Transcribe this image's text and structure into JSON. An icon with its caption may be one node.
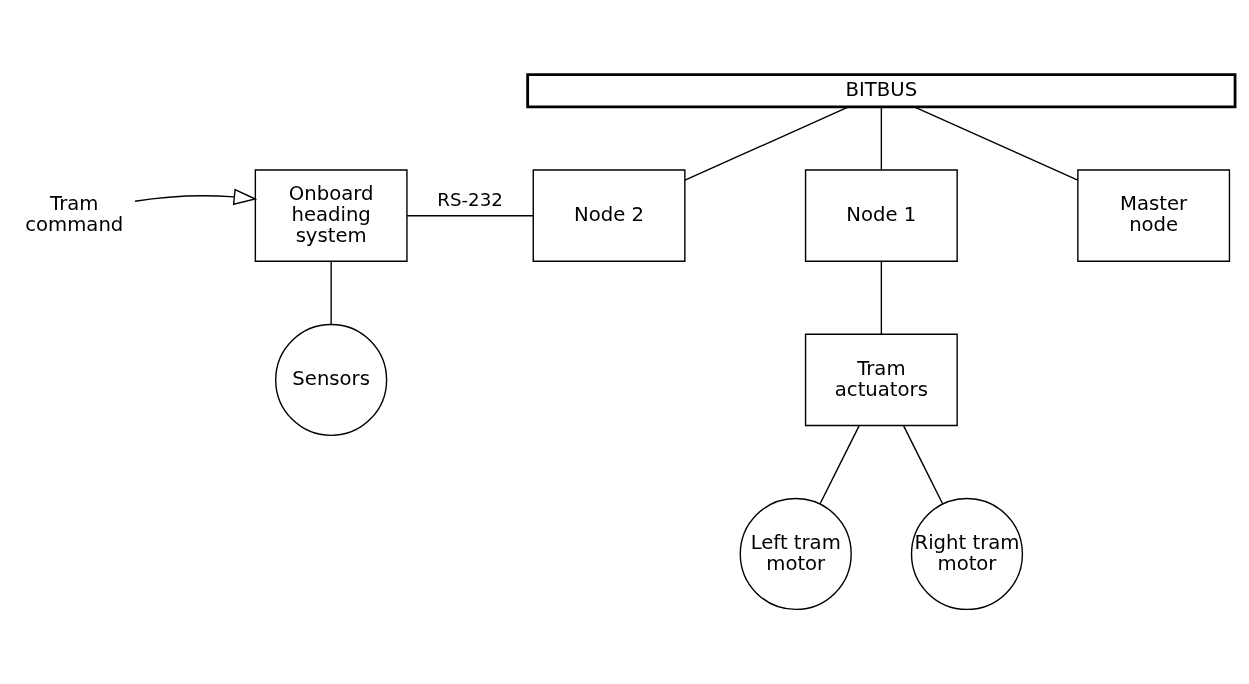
{
  "diagram": {
    "nodes": [
      {
        "text": [
          "BITBUS"
        ]
      },
      {
        "text": [
          "Tram command"
        ]
      },
      {
        "text": [
          "Onboard heading system"
        ]
      },
      {
        "text": [
          "Sensors"
        ]
      },
      {
        "text": [
          "Node 2"
        ]
      },
      {
        "text": [
          "Node 1"
        ]
      },
      {
        "text": [
          "Master node"
        ]
      },
      {
        "text": [
          "Tram actuators"
        ]
      },
      {
        "text": [
          "Left tram motor"
        ]
      },
      {
        "text": [
          "Right tram motor"
        ]
      }
    ],
    "edges": [
      {
        "from": 1,
        "to": 2,
        "arrow": "to"
      },
      {
        "from": 2,
        "to": 3,
        "arrow": "none"
      },
      {
        "from": 2,
        "to": 4,
        "arrow": "none",
        "label": "RS-232"
      },
      {
        "from": 0,
        "to": 4,
        "arrow": "none"
      },
      {
        "from": 0,
        "to": 5,
        "arrow": "none"
      },
      {
        "from": 0,
        "to": 6,
        "arrow": "none"
      },
      {
        "from": 5,
        "to": 7,
        "arrow": "none"
      },
      {
        "from": 7,
        "to": 8,
        "arrow": "none"
      },
      {
        "from": 7,
        "to": 9,
        "arrow": "none"
      }
    ]
  }
}
